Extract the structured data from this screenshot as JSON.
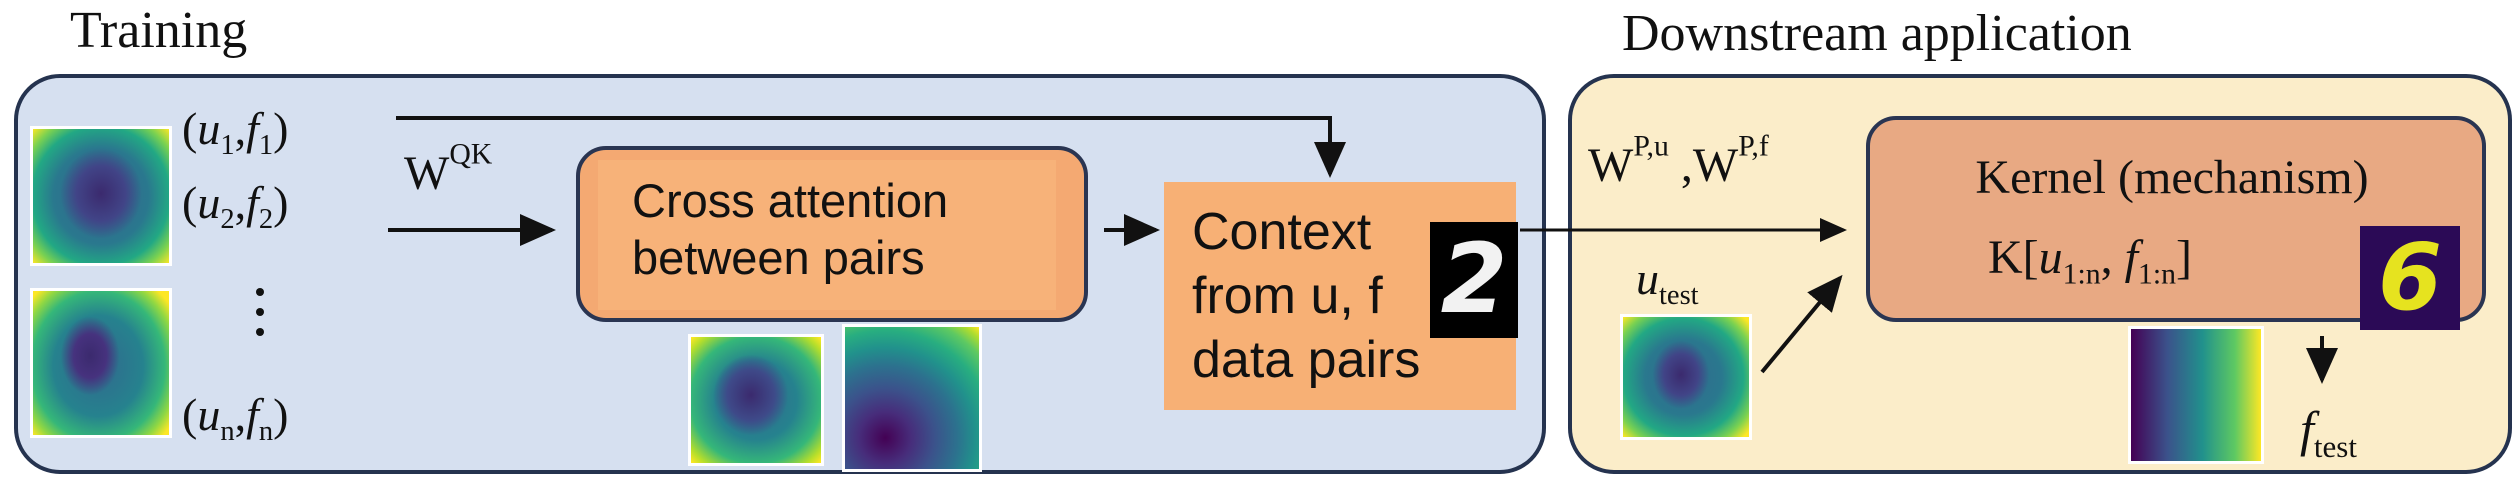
{
  "titles": {
    "training": "Training",
    "downstream": "Downstream application"
  },
  "training": {
    "pairs": [
      {
        "u": "u",
        "u_sub": "1",
        "sep": ",",
        "f": "f",
        "f_sub": "1"
      },
      {
        "u": "u",
        "u_sub": "2",
        "sep": ",",
        "f": "f",
        "f_sub": "2"
      },
      {
        "u": "u",
        "u_sub": "n",
        "sep": ",",
        "f": "f",
        "f_sub": "n"
      }
    ],
    "vdots": "⋮",
    "wqk": {
      "base": "W",
      "sup": "QK"
    },
    "cross_attention_label": "Cross attention\nbetween pairs",
    "context_label": "Context\nfrom u, f\ndata pairs"
  },
  "downstream": {
    "w_pu": {
      "base": "W",
      "sup": "P,u"
    },
    "w_sep": " ,",
    "w_pf": {
      "base": "W",
      "sup": "P,f"
    },
    "kernel_label": "Kernel (mechanism)",
    "kernel_formula": {
      "K": "K[",
      "u": "u",
      "u_sub": "1:n",
      "sep": ", ",
      "f": "f",
      "f_sub": "1:n",
      "close": "]"
    },
    "u_test": {
      "base": "u",
      "sub": "test"
    },
    "f_test": {
      "base": "f",
      "sub": "test"
    }
  },
  "digits": {
    "context_digit": "2",
    "kernel_digit": "6"
  },
  "colors": {
    "training_panel": "#d6e0f0",
    "downstream_panel": "#fbedc9",
    "panel_border": "#25334f",
    "orange_box": "#f4a972",
    "kernel_box": "#e8a983",
    "viridis_dark": "#440154",
    "viridis_mid": "#21918c",
    "viridis_light": "#fde725"
  }
}
